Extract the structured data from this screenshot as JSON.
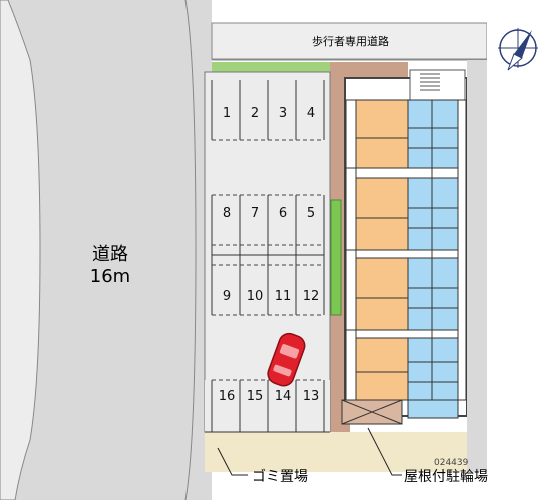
{
  "map": {
    "road_label_line1": "道路",
    "road_label_line2": "16m",
    "pedestrian_road": "歩行者専用道路",
    "legend_garbage": "ゴミ置場",
    "legend_bike": "屋根付駐輪場",
    "property_code": "024439",
    "parking_numbers_row_top": [
      "1",
      "2",
      "3",
      "4"
    ],
    "parking_numbers_row_mid_upper": [
      "8",
      "7",
      "6",
      "5"
    ],
    "parking_numbers_row_mid_lower": [
      "9",
      "10",
      "11",
      "12"
    ],
    "parking_numbers_row_bottom": [
      "16",
      "15",
      "14",
      "13"
    ],
    "compass_icon": "north-arrow-icon",
    "car_icon": "car-icon",
    "colors": {
      "road": "#d8d8d8",
      "lot": "#eaeaea",
      "unit_orange": "#f7c48a",
      "unit_blue": "#a9d8f5",
      "brick": "#c59a82",
      "green": "#7cc653",
      "car": "#e0202a"
    }
  }
}
